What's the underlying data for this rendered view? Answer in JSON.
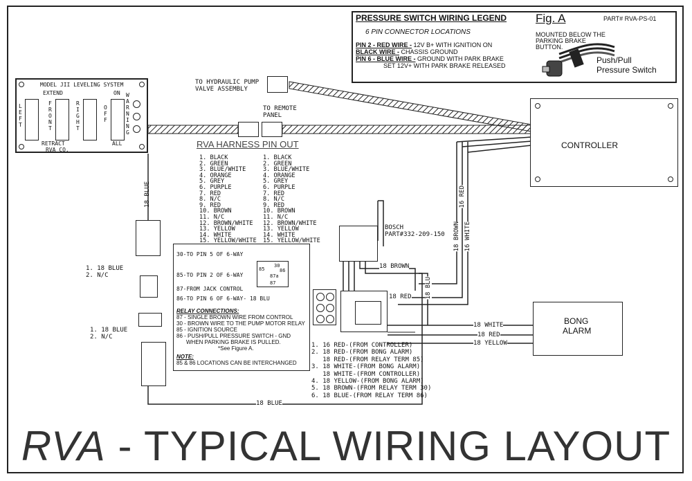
{
  "title": {
    "brand": "RVA",
    "rest": " - TYPICAL WIRING LAYOUT"
  },
  "legend": {
    "heading": "PRESSURE SWITCH WIRING LEGEND",
    "subheading": "6 PIN CONNECTOR LOCATIONS",
    "pin2_label": "PIN 2 - RED WIRE -",
    "pin2_text": " 12V B+ WITH IGNITION ON",
    "black_label": "BLACK WIRE -",
    "black_text": " CHASSIS GROUND",
    "pin6_label": "PIN 6 - BLUE WIRE -",
    "pin6_text": " GROUND WITH PARK BRAKE",
    "pin6_text2": "SET 12V+ WITH PARK BRAKE RELEASED",
    "fig": "Fig. A",
    "part": "PART# RVA-PS-01",
    "mounted": "MOUNTED BELOW THE",
    "mounted2": "PARKING BRAKE",
    "mounted3": "BUTTON.",
    "switch1": "Push/Pull",
    "switch2": "Pressure Switch"
  },
  "panel": {
    "title": "MODEL JII LEVELING SYSTEM",
    "extend": "EXTEND",
    "on": "ON",
    "retract": "RETRACT",
    "all": "ALL",
    "company": "RVA CO.",
    "left": "LEFT",
    "front": "FRONT",
    "right": "RIGHT",
    "off": "OFF",
    "warning": "WARNING"
  },
  "labels": {
    "hydraulic1": "TO HYDRAULIC PUMP",
    "hydraulic2": "VALVE ASSEMBLY",
    "remote1": "TO REMOTE",
    "remote2": "PANEL",
    "controller": "CONTROLLER",
    "harness": "RVA HARNESS PIN OUT",
    "bosch": "BOSCH",
    "bosch_part": "PART#332-209-150",
    "bong1": "BONG",
    "bong2": "ALARM",
    "blue18_v": "18 BLUE",
    "blue18_bottom": "18 BLUE",
    "brown18_relay": "18 BROWN",
    "red18": "18 RED",
    "blu18_v": "18 BLU",
    "brown18_v": "18 BROWN",
    "red16_v": "16 RED",
    "white16_v": "16 WHITE",
    "white18": "18 WHITE",
    "red18_b": "18 RED",
    "yellow18": "18 YELLOW",
    "side1a": "1. 18 BLUE",
    "side1b": "2. N/C",
    "side2a": "1. 18 BLUE",
    "side2b": "2. N/C"
  },
  "pinout": [
    "1. BLACK",
    "2. GREEN",
    "3. BLUE/WHITE",
    "4. ORANGE",
    "5. GREY",
    "6. PURPLE",
    "7. RED",
    "8. N/C",
    "9. RED",
    "10. BROWN",
    "11. N/C",
    "12. BROWN/WHITE",
    "13. YELLOW",
    "14. WHITE",
    "15. YELLOW/WHITE"
  ],
  "relay": {
    "l30": "30-TO PIN 5 OF 6-WAY",
    "l85": "85-TO PIN 2 OF 6-WAY",
    "l87": "87-FROM JACK CONTROL",
    "l86": "86-TO PIN 6 OF 6-WAY- 18 BLU",
    "n85": "85",
    "n30": "30",
    "n86": "86",
    "n87a": "87a",
    "n87": "87",
    "heading": "RELAY CONNECTIONS:",
    "c1": "87 - SINGLE BROWN WIRE FROM CONTROL",
    "c2": "30 - BROWN WIRE TO THE PUMP MOTOR RELAY",
    "c3": "85 - IGNITION SOURCE",
    "c4": "86 - PUSH/PULL PRESSURE SWITCH - GND",
    "c5": "WHEN PARKING BRAKE IS PULLED.",
    "c6": "*See Figure A.",
    "note": "NOTE:",
    "note_text": "85 & 86 LOCATIONS CAN BE INTERCHANGED"
  },
  "connector_list": [
    "1. 16 RED-(FROM CONTROLLER)",
    "2. 18 RED-(FROM BONG ALARM)",
    "   18 RED-(FROM RELAY TERM 85)",
    "3. 18 WHITE-(FROM BONG ALARM)",
    "   18 WHITE-(FROM CONTROLLER)",
    "4. 18 YELLOW-(FROM BONG ALARM)",
    "5. 18 BROWN-(FROM RELAY TERM 30)",
    "6. 18 BLUE-(FROM RELAY TERM 86)"
  ]
}
